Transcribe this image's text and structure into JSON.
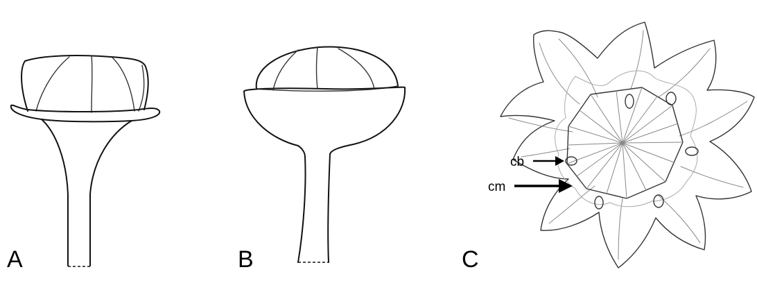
{
  "panels": {
    "a": {
      "letter": "A"
    },
    "b": {
      "letter": "B"
    },
    "c": {
      "letter": "C",
      "labels": {
        "cb": "cb",
        "cm": "cm"
      }
    }
  }
}
